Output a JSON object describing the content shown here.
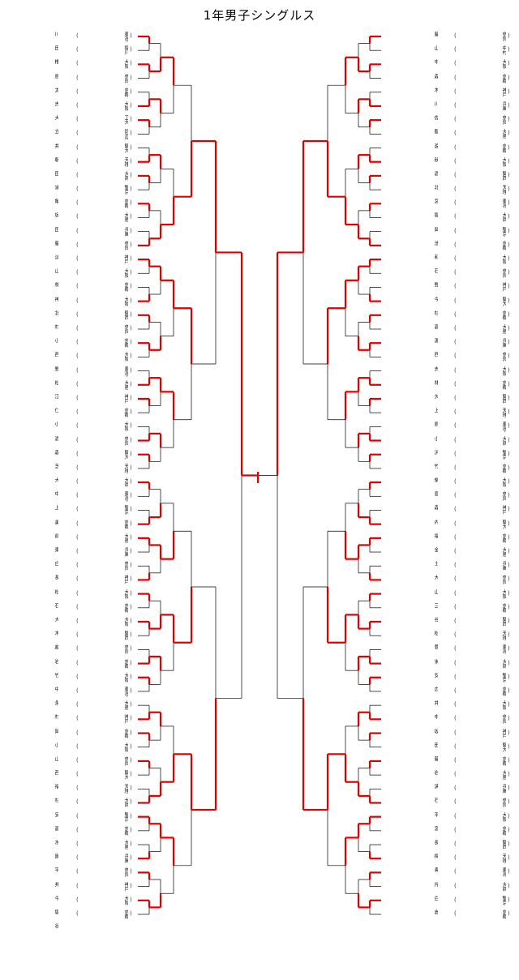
{
  "title": "1年男子シングルス",
  "left_names": [
    "川",
    "田",
    "椎",
    "原",
    "太",
    "吉",
    "大",
    "立",
    "井",
    "朝",
    "田",
    "浦",
    "亀",
    "坂",
    "田",
    "藤",
    "淡",
    "山",
    "林",
    "神",
    "北",
    "村",
    "小",
    "西",
    "野",
    "松",
    "江",
    "仁",
    "小",
    "酒",
    "森",
    "芝",
    "大",
    "中",
    "上",
    "美",
    "前",
    "東",
    "白",
    "長",
    "松",
    "石",
    "大",
    "木",
    "越",
    "岩",
    "竹",
    "中",
    "永",
    "村",
    "岡",
    "小",
    "山",
    "西",
    "福",
    "杉",
    "安",
    "高",
    "水",
    "園",
    "平",
    "井",
    "今",
    "堀",
    "谷"
  ],
  "left_schools": [
    "東海大三",
    "堀川",
    "大阪",
    "奈良",
    "京都",
    "大阪",
    "工大",
    "同志社",
    "関大",
    "天理",
    "大商",
    "聖京",
    "京都",
    "大産",
    "兵庫",
    "奈良",
    "神戸",
    "大阪",
    "京都",
    "大阪",
    "関西",
    "奈良",
    "京都",
    "大阪",
    "東海大",
    "大産",
    "神戸",
    "京都",
    "大阪",
    "奈良",
    "関大",
    "天理",
    "大商",
    "東海大三",
    "聖京",
    "京都",
    "大産",
    "兵庫",
    "奈良",
    "神戸",
    "大阪",
    "京都",
    "大阪",
    "関西",
    "奈良",
    "京都",
    "大阪",
    "東海大",
    "大産",
    "神戸",
    "京都",
    "大阪",
    "奈良",
    "関大",
    "天理",
    "大商",
    "聖京",
    "京都",
    "大産",
    "兵庫",
    "奈良",
    "神戸",
    "大阪",
    "京都"
  ],
  "right_names": [
    "藤",
    "山",
    "中",
    "森",
    "木",
    "川",
    "佐",
    "服",
    "渡",
    "秋",
    "酒",
    "北",
    "宮",
    "堀",
    "岡",
    "池",
    "和",
    "石",
    "野",
    "今",
    "杉",
    "高",
    "湯",
    "西",
    "吉",
    "林",
    "久",
    "上",
    "原",
    "小",
    "浜",
    "竹",
    "柴",
    "島",
    "森",
    "内",
    "福",
    "金",
    "土",
    "大",
    "山",
    "三",
    "谷",
    "松",
    "菅",
    "米",
    "安",
    "広",
    "井",
    "中",
    "坂",
    "田",
    "藤",
    "岩",
    "清",
    "石",
    "平",
    "宮",
    "長",
    "梅",
    "青",
    "片",
    "白",
    "倉"
  ],
  "right_schools": [
    "奈良",
    "中村",
    "大阪",
    "京都",
    "神戸",
    "兵庫",
    "奈良",
    "大産",
    "京都",
    "大阪",
    "関西",
    "天理",
    "東海",
    "大商",
    "聖京",
    "京都",
    "大阪",
    "奈良",
    "神戸",
    "関大",
    "京都",
    "大産",
    "兵庫",
    "奈良",
    "大阪",
    "京都",
    "関西",
    "天理",
    "東海大三",
    "大商",
    "聖京",
    "京都",
    "大阪",
    "奈良",
    "神戸",
    "関大",
    "京都",
    "大産",
    "兵庫",
    "奈良",
    "大阪",
    "京都",
    "関西",
    "天理",
    "東海",
    "大商",
    "聖京",
    "京都",
    "大阪",
    "奈良",
    "神戸",
    "関大",
    "京都",
    "大産",
    "兵庫",
    "奈良",
    "大阪",
    "京都",
    "関西",
    "天理",
    "東海",
    "大商",
    "聖京",
    "京都"
  ],
  "colors": {
    "winner_line": "#e00000",
    "bracket_line": "#000000"
  }
}
